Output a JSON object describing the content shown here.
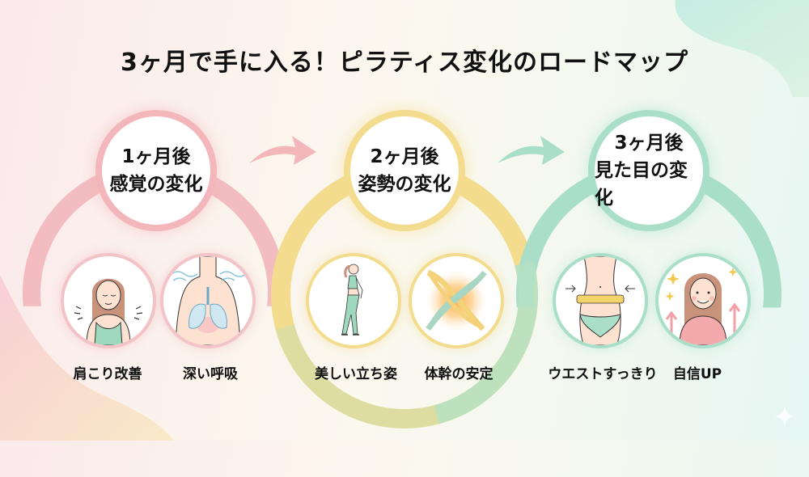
{
  "title": "3ヶ月で手に入る！ピラティス変化のロードマップ",
  "colors": {
    "pink": "#f2b6bb",
    "yellow": "#f4dc8e",
    "green": "#a9dfc9",
    "text": "#111111"
  },
  "stages": [
    {
      "period": "1ヶ月後",
      "theme": "感覚の変化",
      "color": "#f2b6bb",
      "items": [
        {
          "label": "肩こり改善",
          "icon": "shoulder-relief-woman-icon"
        },
        {
          "label": "深い呼吸",
          "icon": "lungs-breathing-icon"
        }
      ]
    },
    {
      "period": "2ヶ月後",
      "theme": "姿勢の変化",
      "color": "#f4dc8e",
      "items": [
        {
          "label": "美しい立ち姿",
          "icon": "walking-woman-posture-icon"
        },
        {
          "label": "体幹の安定",
          "icon": "core-stability-icon"
        }
      ]
    },
    {
      "period": "3ヶ月後",
      "theme": "見た目の変化",
      "color": "#a9dfc9",
      "items": [
        {
          "label": "ウエストすっきり",
          "icon": "waist-measure-icon"
        },
        {
          "label": "自信UP",
          "icon": "confident-woman-icon"
        }
      ]
    }
  ],
  "arrows": [
    {
      "from": "1ヶ月後",
      "to": "2ヶ月後",
      "color": "#f2b6bb"
    },
    {
      "from": "2ヶ月後",
      "to": "3ヶ月後",
      "color": "#a9dfc9"
    }
  ]
}
